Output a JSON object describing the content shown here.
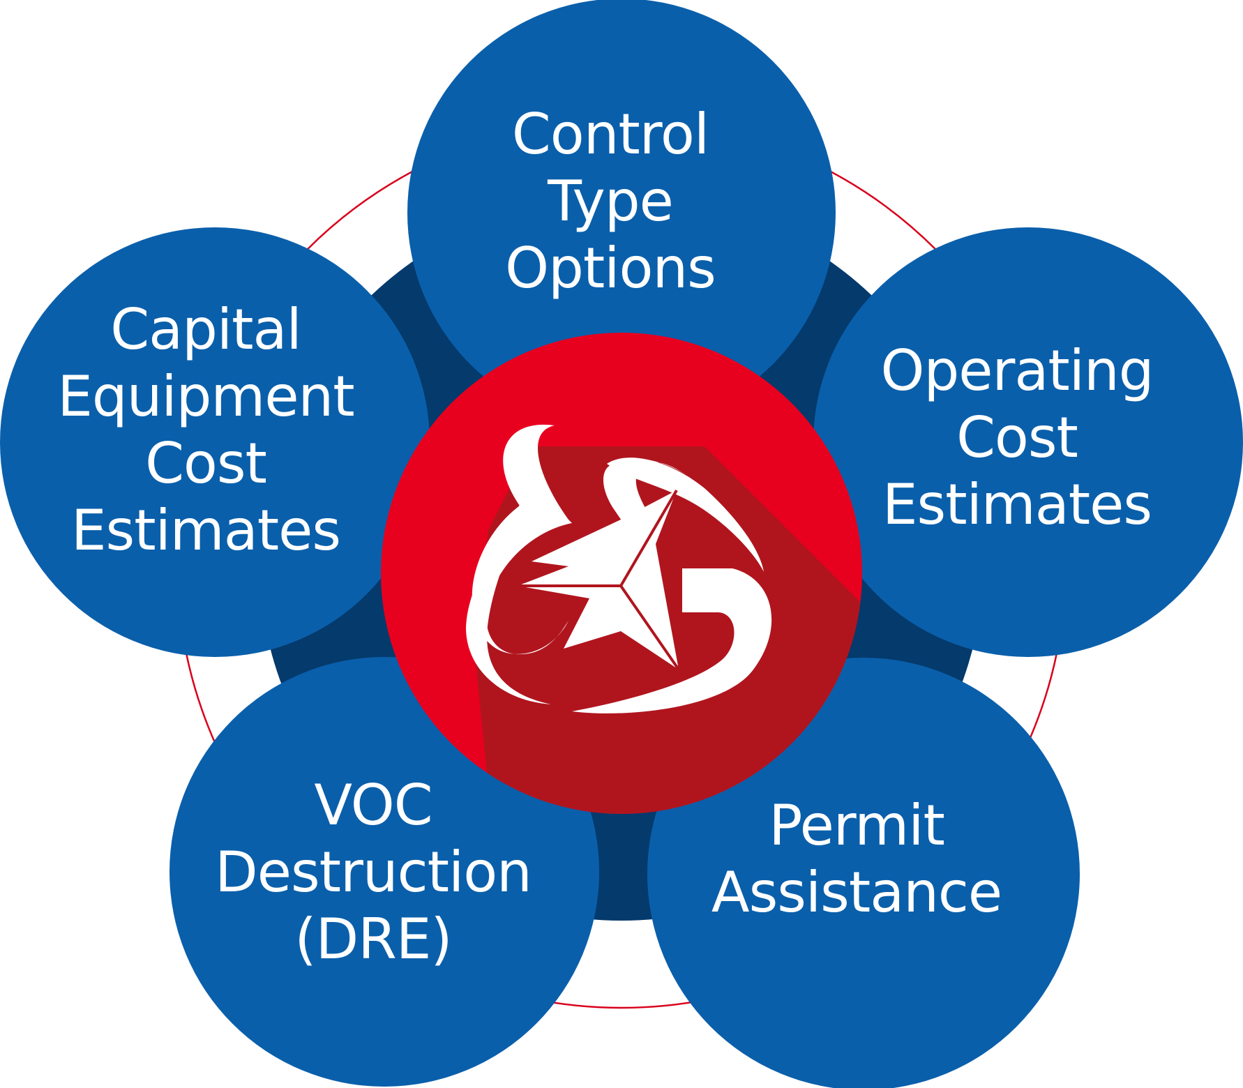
{
  "colors": {
    "node_blue": "#0a5fab",
    "ring_dark_blue": "#043a6c",
    "center_red": "#e8001f",
    "shadow_red": "#b0151e",
    "outer_ring_line": "#d9001b",
    "text": "#ffffff"
  },
  "center": {
    "logo": "stylized-s-star-logo"
  },
  "nodes": [
    {
      "id": "control-type-options",
      "lines": [
        "Control",
        "Type",
        "Options"
      ]
    },
    {
      "id": "capital-equipment-cost-estimates",
      "lines": [
        "Capital",
        "Equipment",
        "Cost",
        "Estimates"
      ]
    },
    {
      "id": "operating-cost-estimates",
      "lines": [
        "Operating",
        "Cost",
        "Estimates"
      ]
    },
    {
      "id": "voc-destruction-dre",
      "lines": [
        "VOC",
        "Destruction",
        "(DRE)"
      ]
    },
    {
      "id": "permit-assistance",
      "lines": [
        "Permit",
        "Assistance"
      ]
    }
  ]
}
